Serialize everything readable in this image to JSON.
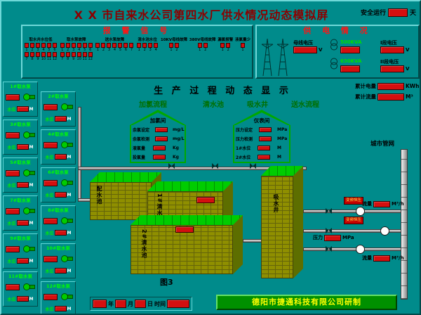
{
  "title": "X X 市自来水公司第四水厂供水情况动态模拟屏",
  "safe_run": {
    "label": "安全运行",
    "value": "",
    "unit": "天"
  },
  "alarm": {
    "header": "报 警 信 号",
    "groups": [
      {
        "label": "取水井水位低",
        "cols": 6,
        "cells": [
          "1",
          "2",
          "3",
          "4",
          "5",
          "6",
          "7",
          "8",
          "9",
          "10",
          "11",
          "12"
        ]
      },
      {
        "label": "取水泵故障",
        "cols": 6,
        "cells": [
          "1",
          "2",
          "3",
          "4",
          "5",
          "6",
          "7",
          "8",
          "9",
          "10",
          "11",
          "12"
        ]
      },
      {
        "label": "送水泵故障",
        "cols": 7,
        "cells": [
          "1",
          "2",
          "3",
          "4",
          "5",
          "6",
          "7"
        ]
      },
      {
        "label": "清水池水位",
        "cols": 4,
        "cells": [
          "1",
          "2",
          "3",
          "4"
        ]
      },
      {
        "label": "10KV母线故障",
        "cols": 2,
        "cells": [
          "1",
          "2"
        ]
      },
      {
        "label": "380V母线故障",
        "cols": 2,
        "cells": [
          "1",
          "2"
        ]
      },
      {
        "label": "漏氯报警",
        "cols": 2,
        "cells": [
          "1",
          "2"
        ]
      },
      {
        "label": "液氯量少",
        "cols": 1,
        "cells": [
          "1"
        ]
      }
    ]
  },
  "power": {
    "header": "供 电 情 况",
    "bus": {
      "label": "母线电压",
      "value": "",
      "unit": "V"
    },
    "tx1": {
      "label": "500KVA",
      "value": "",
      "unit": ""
    },
    "tx2": {
      "label": "630KVA",
      "value": "",
      "unit": ""
    },
    "seg1": {
      "label": "I段电压",
      "value": "",
      "unit": "V"
    },
    "seg2": {
      "label": "II段电压",
      "value": "",
      "unit": "V"
    }
  },
  "totals": {
    "energy": {
      "label": "累计电量",
      "value": "",
      "unit": "KWh"
    },
    "flow": {
      "label": "累计流量",
      "value": "",
      "unit": "M³"
    }
  },
  "process_title": "生 产 过 程 动 态 显 示",
  "stages": [
    "加氯流程",
    "清水池",
    "吸水井",
    "送水流程"
  ],
  "chlorine_house": {
    "name": "加氯间",
    "rows": [
      {
        "label": "余氯设定",
        "value": "",
        "unit": "mg/L"
      },
      {
        "label": "余氯检测",
        "value": "",
        "unit": "mg/L"
      },
      {
        "label": "液氯量",
        "value": "",
        "unit": "Kg"
      },
      {
        "label": "投氯量",
        "value": "",
        "unit": "Kg"
      }
    ]
  },
  "meter_house": {
    "name": "仪表间",
    "rows": [
      {
        "label": "压力设定",
        "value": "",
        "unit": "MPa"
      },
      {
        "label": "压力检测",
        "value": "",
        "unit": "MPa"
      },
      {
        "label": "1#水位",
        "value": "",
        "unit": "M"
      },
      {
        "label": "2#水位",
        "value": "",
        "unit": "M"
      }
    ]
  },
  "tanks": {
    "distribution": "配水池",
    "clear1": "1#清水池",
    "clear2": "2#清水池",
    "suction": "吸水井"
  },
  "pumps": [
    {
      "label": "1#取水泵",
      "level_label": "水位",
      "value": "",
      "unit": "M"
    },
    {
      "label": "2#取水泵",
      "level_label": "水位",
      "value": "",
      "unit": "M"
    },
    {
      "label": "3#取水泵",
      "level_label": "水位",
      "value": "",
      "unit": "M"
    },
    {
      "label": "4#取水泵",
      "level_label": "水位",
      "value": "",
      "unit": "M"
    },
    {
      "label": "5#取水泵",
      "level_label": "水位",
      "value": "",
      "unit": "M"
    },
    {
      "label": "6#取水泵",
      "level_label": "水位",
      "value": "",
      "unit": "M"
    },
    {
      "label": "7#取水泵",
      "level_label": "水位",
      "value": "",
      "unit": "M"
    },
    {
      "label": "8#取水泵",
      "level_label": "水位",
      "value": "",
      "unit": "M"
    },
    {
      "label": "9#取水泵",
      "level_label": "水位",
      "value": "",
      "unit": "M"
    },
    {
      "label": "10#取水泵",
      "level_label": "水位",
      "value": "",
      "unit": "M"
    },
    {
      "label": "11#取水泵",
      "level_label": "水位",
      "value": "",
      "unit": "M"
    },
    {
      "label": "12#取水泵",
      "level_label": "水位",
      "value": "",
      "unit": "M"
    }
  ],
  "delivery": {
    "city_net": "城市管网",
    "vfd1": "变频恒压",
    "vfd2": "变频恒压",
    "flow1": {
      "label": "流量",
      "value": "",
      "unit": "M³/h"
    },
    "pressure": {
      "label": "压力",
      "value": "",
      "unit": "MPa"
    },
    "flow2": {
      "label": "流量",
      "value": "",
      "unit": "M³/h"
    }
  },
  "footer": {
    "figure": "图3",
    "date": {
      "year_label": "年",
      "year_value": "",
      "month_label": "月",
      "month_value": "",
      "day_label": "日",
      "day_value": "",
      "time_label": "时间",
      "time_value": ""
    },
    "company": "德阳市捷通科技有限公司研制"
  }
}
